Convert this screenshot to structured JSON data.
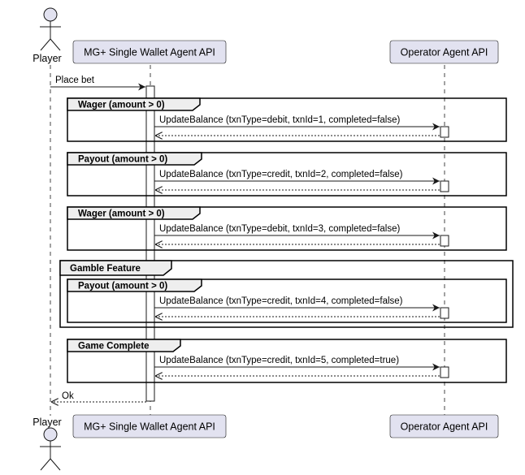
{
  "participants": {
    "player": {
      "label": "Player"
    },
    "mg_api": {
      "label": "MG+ Single Wallet Agent API"
    },
    "operator_api": {
      "label": "Operator Agent API"
    }
  },
  "messages": {
    "place_bet": "Place bet",
    "ok": "Ok"
  },
  "outer_group": {
    "title": "Gamble Feature"
  },
  "groups": [
    {
      "title": "Wager (amount > 0)",
      "call": "UpdateBalance (txnType=debit, txnId=1, completed=false)"
    },
    {
      "title": "Payout (amount > 0)",
      "call": "UpdateBalance (txnType=credit, txnId=2, completed=false)"
    },
    {
      "title": "Wager (amount > 0)",
      "call": "UpdateBalance (txnType=debit, txnId=3, completed=false)"
    },
    {
      "title": "Payout (amount > 0)",
      "call": "UpdateBalance (txnType=credit, txnId=4, completed=false)"
    },
    {
      "title": "Game Complete",
      "call": "UpdateBalance (txnType=credit, txnId=5, completed=true)"
    }
  ],
  "colors": {
    "participant_fill": "#E2E2F0",
    "participant_border": "#181818",
    "line": "#181818",
    "lifeline": "#181818",
    "frame_tab_fill": "#EEEEEE"
  }
}
